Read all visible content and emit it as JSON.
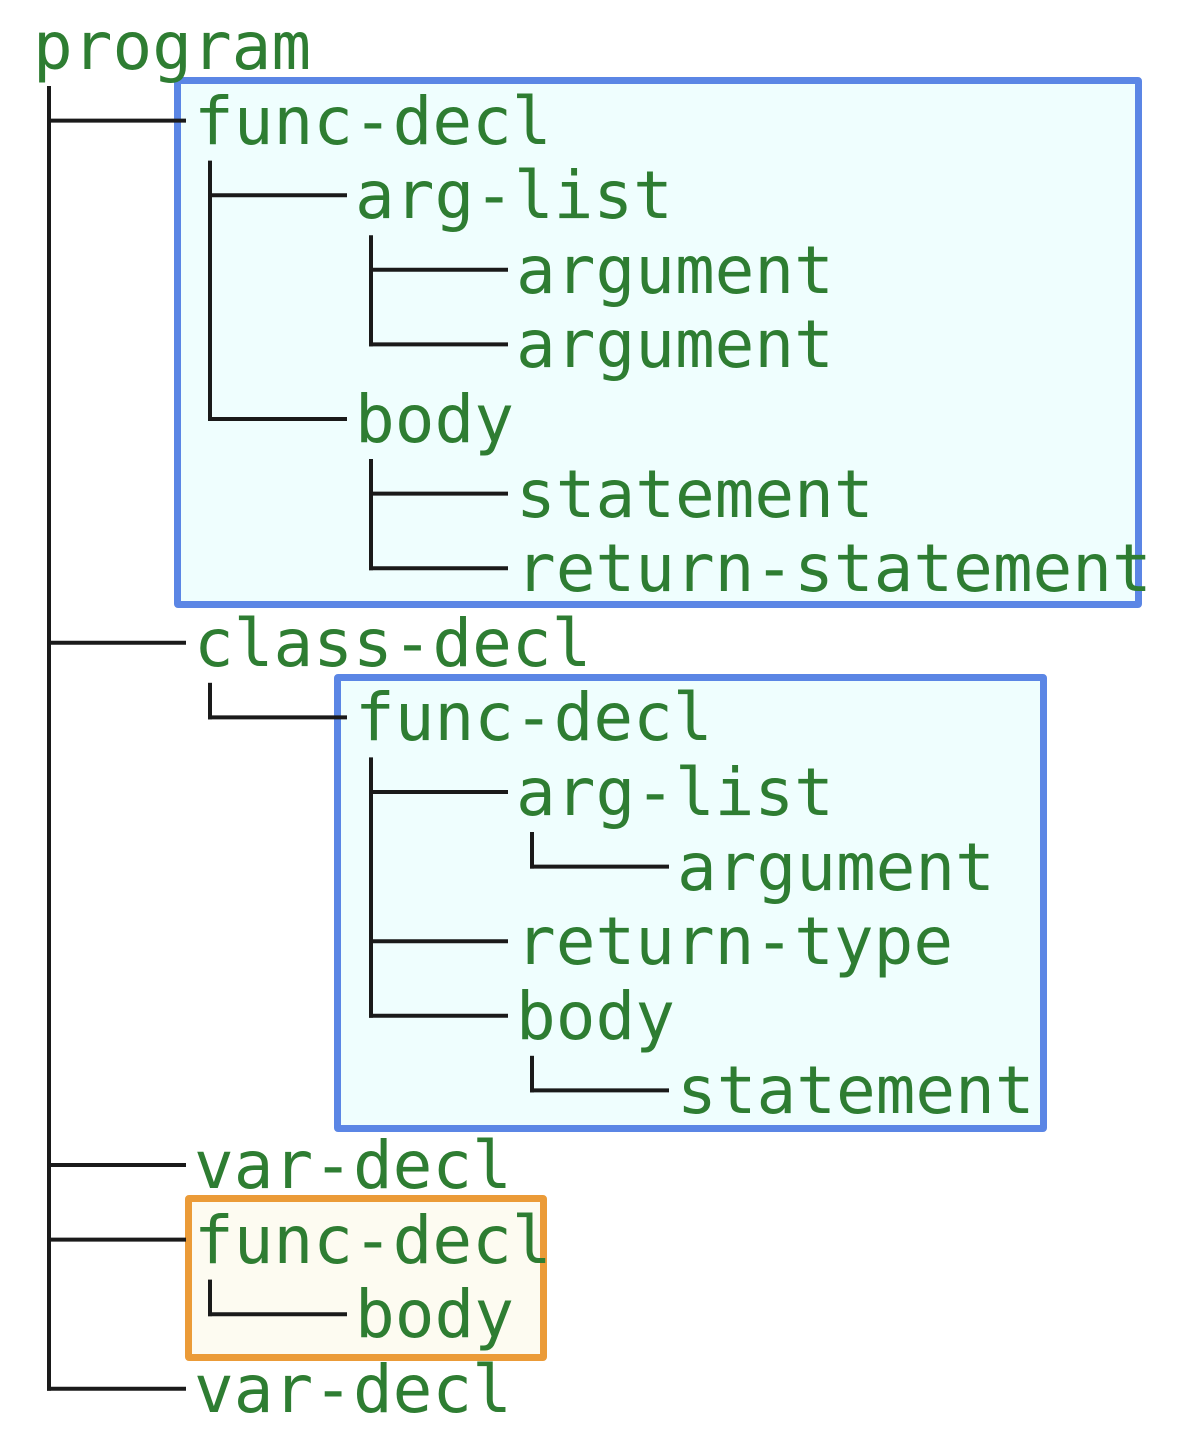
{
  "colors": {
    "text": "#2e7d32",
    "lines": "#1a1a1a",
    "scope_blue_border": "#5b86e5",
    "scope_blue_fill": "#effefe",
    "scope_orange_border": "#eb9b38",
    "scope_orange_fill": "#fdfbf1"
  },
  "tree": {
    "root": "program",
    "nodes": [
      {
        "id": "n1",
        "label": "func-decl",
        "depth": 1,
        "parent": "program"
      },
      {
        "id": "n2",
        "label": "arg-list",
        "depth": 2,
        "parent": "n1"
      },
      {
        "id": "n3",
        "label": "argument",
        "depth": 3,
        "parent": "n2"
      },
      {
        "id": "n4",
        "label": "argument",
        "depth": 3,
        "parent": "n2"
      },
      {
        "id": "n5",
        "label": "body",
        "depth": 2,
        "parent": "n1"
      },
      {
        "id": "n6",
        "label": "statement",
        "depth": 3,
        "parent": "n5"
      },
      {
        "id": "n7",
        "label": "return-statement",
        "depth": 3,
        "parent": "n5"
      },
      {
        "id": "n8",
        "label": "class-decl",
        "depth": 1,
        "parent": "program"
      },
      {
        "id": "n9",
        "label": "func-decl",
        "depth": 2,
        "parent": "n8"
      },
      {
        "id": "n10",
        "label": "arg-list",
        "depth": 3,
        "parent": "n9"
      },
      {
        "id": "n11",
        "label": "argument",
        "depth": 4,
        "parent": "n10"
      },
      {
        "id": "n12",
        "label": "return-type",
        "depth": 3,
        "parent": "n9"
      },
      {
        "id": "n13",
        "label": "body",
        "depth": 3,
        "parent": "n9"
      },
      {
        "id": "n14",
        "label": "statement",
        "depth": 4,
        "parent": "n13"
      },
      {
        "id": "n15",
        "label": "var-decl",
        "depth": 1,
        "parent": "program"
      },
      {
        "id": "n16",
        "label": "func-decl",
        "depth": 1,
        "parent": "program"
      },
      {
        "id": "n17",
        "label": "body",
        "depth": 2,
        "parent": "n16"
      },
      {
        "id": "n18",
        "label": "var-decl",
        "depth": 1,
        "parent": "program"
      }
    ]
  },
  "highlights": [
    {
      "id": "box-1",
      "color": "blue",
      "covers": [
        "n1",
        "n2",
        "n3",
        "n4",
        "n5",
        "n6",
        "n7"
      ]
    },
    {
      "id": "box-2",
      "color": "blue",
      "covers": [
        "n9",
        "n10",
        "n11",
        "n12",
        "n13",
        "n14"
      ]
    },
    {
      "id": "box-3",
      "color": "orange",
      "covers": [
        "n16",
        "n17"
      ]
    }
  ]
}
